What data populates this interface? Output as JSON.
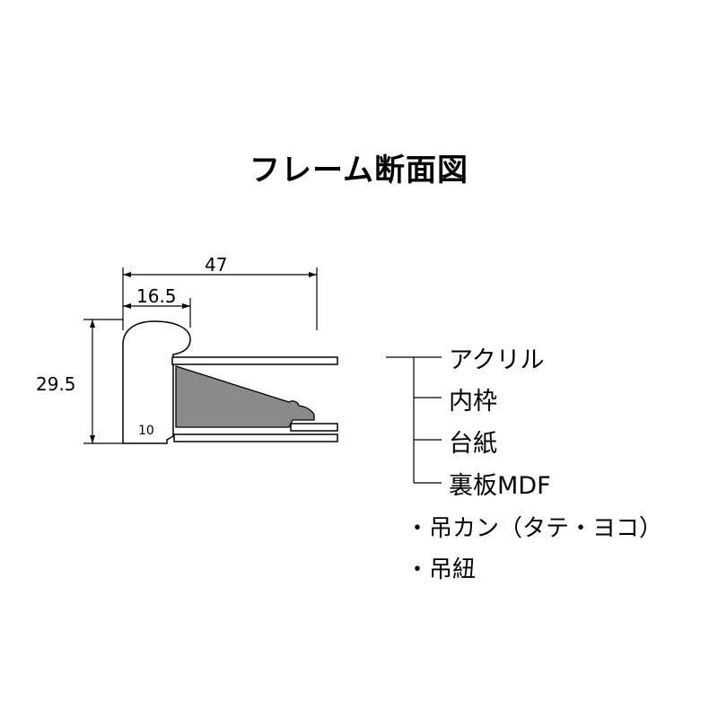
{
  "title": "フレーム断面図",
  "dimensions": {
    "width_total": "47",
    "width_top": "16.5",
    "height": "29.5",
    "thickness": "10"
  },
  "parts": [
    {
      "label": "アクリル"
    },
    {
      "label": "内枠"
    },
    {
      "label": "台紙"
    },
    {
      "label": "裏板MDF"
    }
  ],
  "accessories": [
    {
      "label": "・吊カン（タテ・ヨコ）"
    },
    {
      "label": "・吊紐"
    }
  ],
  "colors": {
    "line": "#000000",
    "inner_frame_fill": "#8a8a8a"
  }
}
